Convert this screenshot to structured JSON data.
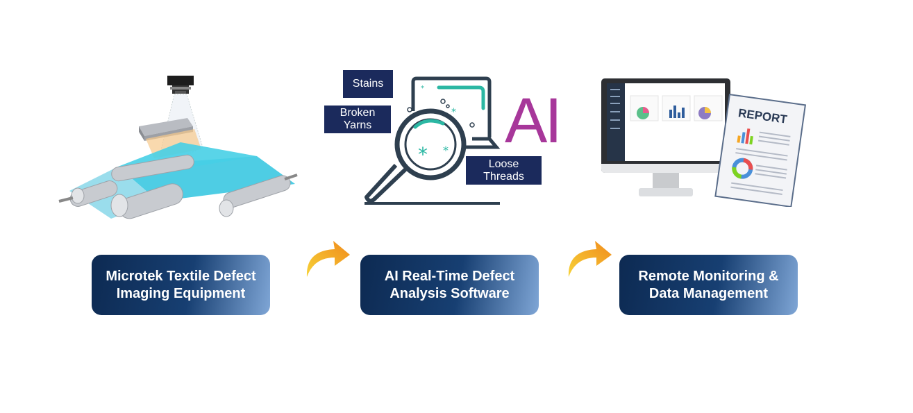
{
  "stages": [
    {
      "line1": "Microtek Textile Defect",
      "line2": "Imaging Equipment"
    },
    {
      "line1": "AI Real-Time Defect",
      "line2": "Analysis Software"
    },
    {
      "line1": "Remote Monitoring &",
      "line2": "Data Management"
    }
  ],
  "defect_tags": {
    "stains": "Stains",
    "broken_yarns_1": "Broken",
    "broken_yarns_2": "Yarns",
    "loose_threads_1": "Loose",
    "loose_threads_2": "Threads"
  },
  "ai_label": "AI",
  "report_label": "REPORT",
  "colors": {
    "box_dark": "#0d2a52",
    "box_light": "#7fa6d6",
    "tag_bg": "#1b2a5c",
    "ai_purple": "#a7379a",
    "teal": "#2bb7a3",
    "arrow_orange": "#f39a1e",
    "arrow_yellow": "#f7d338",
    "fabric_cyan": "#27c2de"
  },
  "icons": [
    "machine-vision-camera-icon",
    "fabric-roller-machine-illustration",
    "magnifier-laptop-icon",
    "curved-arrow-icon",
    "monitor-dashboard-illustration",
    "report-document-icon"
  ]
}
